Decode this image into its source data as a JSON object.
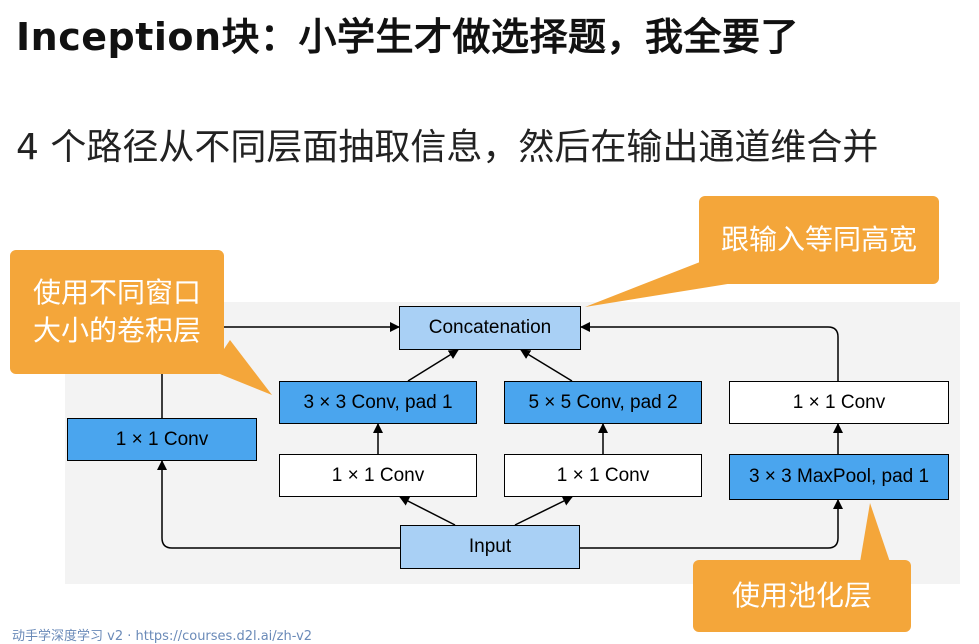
{
  "title": "Inception块：小学生才做选择题，我全要了",
  "subtitle": "4 个路径从不同层面抽取信息，然后在输出通道维合并",
  "diagram": {
    "concat_label": "Concatenation",
    "input_label": "Input",
    "path1_conv_label": "1 × 1 Conv",
    "path2_reduce_label": "1 × 1 Conv",
    "path2_conv_label": "3 × 3 Conv, pad 1",
    "path3_reduce_label": "1 × 1 Conv",
    "path3_conv_label": "5 × 5 Conv, pad 2",
    "path4_pool_label": "3 × 3 MaxPool, pad 1",
    "path4_conv_label": "1 × 1 Conv"
  },
  "callouts": {
    "window_line1": "使用不同窗口",
    "window_line2": "大小的卷积层",
    "same_size": "跟输入等同高宽",
    "pooling": "使用池化层"
  },
  "footer_text": "动手学深度学习 v2 · https://courses.d2l.ai/zh-v2",
  "colors": {
    "callout": "#f4a63a",
    "light_box": "#a9d0f5",
    "blue_box": "#4aa5ee"
  }
}
